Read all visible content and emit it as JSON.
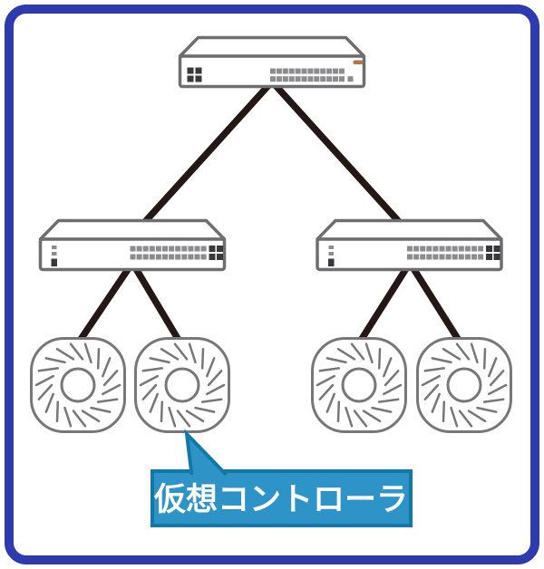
{
  "colors": {
    "frame_border": "#2e3aae",
    "link": "#231815",
    "device_outline": "#6e6e70",
    "device_fill": "#ffffff",
    "port": "#8c8c8e",
    "port_dark": "#39393b",
    "led": "#b0764f",
    "ap_outline": "#77777a",
    "callout_fill": "#2e93c6",
    "callout_border": "#1478a7",
    "callout_text": "#ffffff"
  },
  "callout": {
    "label": "仮想コントローラ",
    "points_to": "ap-2"
  },
  "nodes": [
    {
      "id": "core-switch",
      "type": "switch"
    },
    {
      "id": "edge-switch-left",
      "type": "switch"
    },
    {
      "id": "edge-switch-right",
      "type": "switch"
    },
    {
      "id": "ap-1",
      "type": "access-point"
    },
    {
      "id": "ap-2",
      "type": "access-point",
      "role": "virtual-controller"
    },
    {
      "id": "ap-3",
      "type": "access-point"
    },
    {
      "id": "ap-4",
      "type": "access-point"
    }
  ],
  "links": [
    {
      "from": "core-switch",
      "to": "edge-switch-left"
    },
    {
      "from": "core-switch",
      "to": "edge-switch-right"
    },
    {
      "from": "edge-switch-left",
      "to": "ap-1"
    },
    {
      "from": "edge-switch-left",
      "to": "ap-2"
    },
    {
      "from": "edge-switch-right",
      "to": "ap-3"
    },
    {
      "from": "edge-switch-right",
      "to": "ap-4"
    }
  ]
}
